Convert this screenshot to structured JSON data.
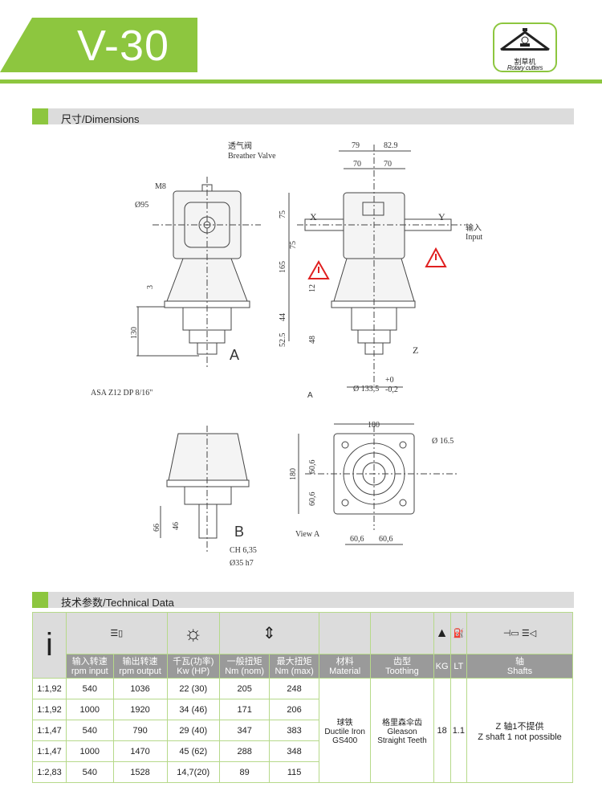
{
  "header": {
    "title": "V-30",
    "logo": {
      "cn": "割草机",
      "en": "Rotary cutters"
    }
  },
  "sections": {
    "dimensions": "尺寸/Dimensions",
    "technical": "技术参数/Technical Data"
  },
  "drawing": {
    "breather_cn": "透气阀",
    "breather_en": "Breather Valve",
    "m8": "M8",
    "d95": "Ø95",
    "d3": "3",
    "d130": "130",
    "spline": "ASA Z12 DP 8/16\"",
    "view_a_label": "A",
    "d79": "79",
    "d829": "82.9",
    "d70a": "70",
    "d70b": "70",
    "d75a": "75",
    "d75b": "75",
    "d165": "165",
    "d12": "12",
    "d44": "44",
    "d525": "52.5",
    "d48": "48",
    "x": "X",
    "y": "Y",
    "z": "Z",
    "input_cn": "输入",
    "input_en": "Input",
    "d1335": "Ø 133,5",
    "tol_plus": "+0",
    "tol_minus": "-0,2",
    "arrow_a": "A",
    "d66": "66",
    "d46": "46",
    "b_label": "B",
    "ch": "CH 6,35",
    "d35": "Ø35 h7",
    "d180top": "180",
    "d180side": "180",
    "d165hole": "Ø 16.5",
    "d606a": "60,6",
    "d606b": "60,6",
    "d606c": "60,6",
    "d606d": "60,6",
    "viewa": "View A"
  },
  "table": {
    "ratio_symbol": "i",
    "headers": [
      {
        "cn": "输入转速",
        "en": "rpm input"
      },
      {
        "cn": "输出转速",
        "en": "rpm output"
      },
      {
        "cn": "千瓦(功率)",
        "en": "Kw (HP)"
      },
      {
        "cn": "一般扭矩",
        "en": "Nm (nom)"
      },
      {
        "cn": "最大扭矩",
        "en": "Nm (max)"
      },
      {
        "cn": "材料",
        "en": "Material"
      },
      {
        "cn": "齿型",
        "en": "Toothing"
      },
      {
        "cn": "",
        "en": "KG"
      },
      {
        "cn": "",
        "en": "LT"
      },
      {
        "cn": "轴",
        "en": "Shafts"
      }
    ],
    "rows": [
      {
        "i": "1:1,92",
        "rpm_in": "540",
        "rpm_out": "1036",
        "kw": "22 (30)",
        "nom": "205",
        "max": "248"
      },
      {
        "i": "1:1,92",
        "rpm_in": "1000",
        "rpm_out": "1920",
        "kw": "34 (46)",
        "nom": "171",
        "max": "206"
      },
      {
        "i": "1:1,47",
        "rpm_in": "540",
        "rpm_out": "790",
        "kw": "29 (40)",
        "nom": "347",
        "max": "383"
      },
      {
        "i": "1:1,47",
        "rpm_in": "1000",
        "rpm_out": "1470",
        "kw": "45 (62)",
        "nom": "288",
        "max": "348"
      },
      {
        "i": "1:2,83",
        "rpm_in": "540",
        "rpm_out": "1528",
        "kw": "14,7(20)",
        "nom": "89",
        "max": "115"
      }
    ],
    "material": {
      "cn": "球铁",
      "en1": "Ductile Iron",
      "en2": "GS400"
    },
    "toothing": {
      "cn": "格里森伞齿",
      "en1": "Gleason",
      "en2": "Straight Teeth"
    },
    "kg": "18",
    "lt": "1.1",
    "shafts": {
      "cn": "Z 轴1不提供",
      "en": "Z shaft 1 not possible"
    }
  },
  "colors": {
    "accent": "#8dc63f",
    "warning": "#e02020"
  }
}
